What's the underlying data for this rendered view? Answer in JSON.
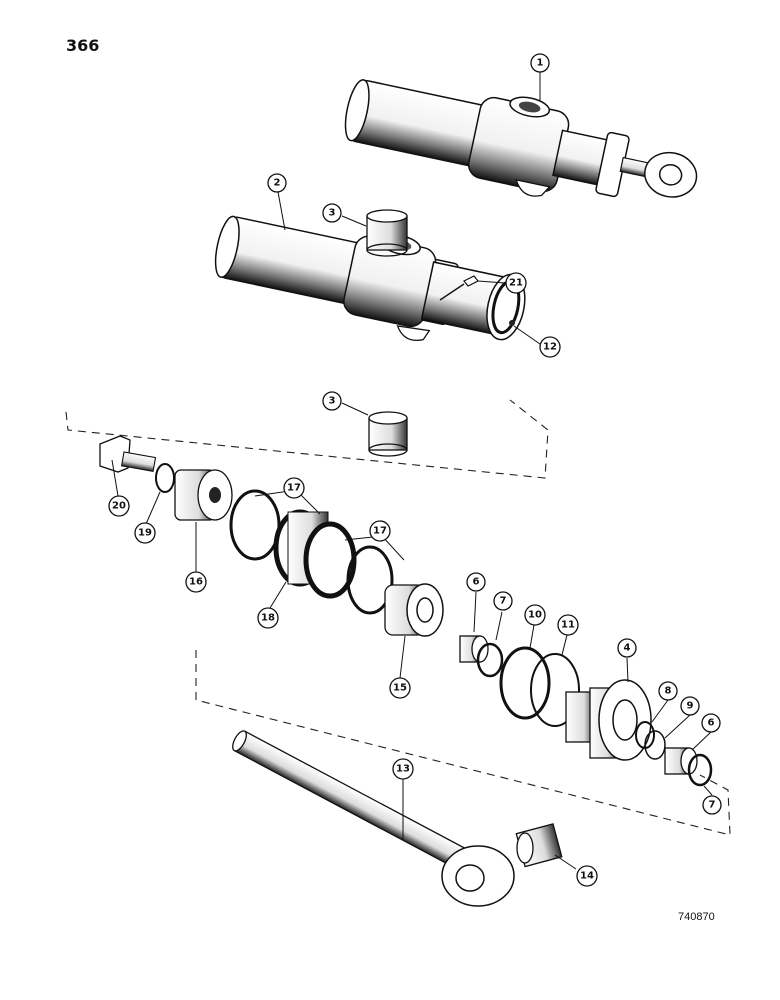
{
  "page": {
    "number": "366",
    "figure_code": "740870"
  },
  "callouts": [
    {
      "id": "1",
      "label": "1"
    },
    {
      "id": "2",
      "label": "2"
    },
    {
      "id": "3a",
      "label": "3"
    },
    {
      "id": "21",
      "label": "21"
    },
    {
      "id": "12",
      "label": "12"
    },
    {
      "id": "3b",
      "label": "3"
    },
    {
      "id": "17a",
      "label": "17"
    },
    {
      "id": "17b",
      "label": "17"
    },
    {
      "id": "20",
      "label": "20"
    },
    {
      "id": "19",
      "label": "19"
    },
    {
      "id": "16",
      "label": "16"
    },
    {
      "id": "18",
      "label": "18"
    },
    {
      "id": "15",
      "label": "15"
    },
    {
      "id": "6a",
      "label": "6"
    },
    {
      "id": "7a",
      "label": "7"
    },
    {
      "id": "10",
      "label": "10"
    },
    {
      "id": "11",
      "label": "11"
    },
    {
      "id": "4",
      "label": "4"
    },
    {
      "id": "8",
      "label": "8"
    },
    {
      "id": "9",
      "label": "9"
    },
    {
      "id": "6b",
      "label": "6"
    },
    {
      "id": "7b",
      "label": "7"
    },
    {
      "id": "13",
      "label": "13"
    },
    {
      "id": "14",
      "label": "14"
    }
  ]
}
